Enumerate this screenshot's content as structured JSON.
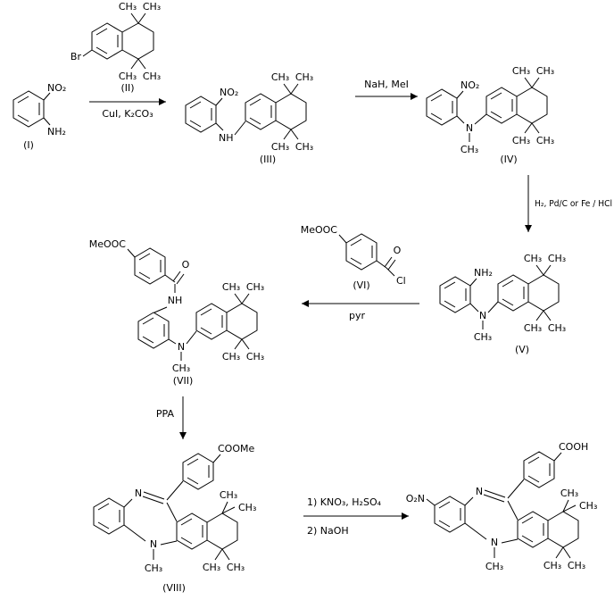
{
  "labels": {
    "no2": "NO₂",
    "nh2": "NH₂",
    "nh": "NH",
    "n": "N",
    "ch3": "CH₃",
    "br": "Br",
    "cl": "Cl",
    "o": "O",
    "meooc": "MeOOC",
    "coome": "COOMe",
    "cooh": "COOH",
    "o2n": "O₂N"
  },
  "compounds": {
    "i": "(I)",
    "ii": "(II)",
    "iii": "(III)",
    "iv": "(IV)",
    "v": "(V)",
    "vi": "(VI)",
    "vii": "(VII)",
    "viii": "(VIII)"
  },
  "reagents": {
    "step1": "CuI, K₂CO₃",
    "step2": "NaH, MeI",
    "step3": "H₂, Pd/C or Fe / HCl",
    "step4": "pyr",
    "step5": "PPA",
    "step6a": "1) KNO₃, H₂SO₄",
    "step6b": "2) NaOH"
  }
}
